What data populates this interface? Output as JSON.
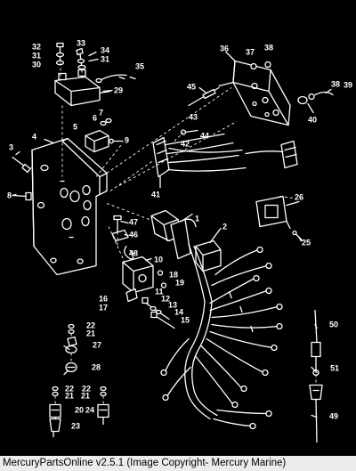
{
  "footer": {
    "text": "MercuryPartsOnline v2.5.1 (Image Copyright- Mercury Marine)"
  },
  "callouts": [
    {
      "id": "c32",
      "text": "32"
    },
    {
      "id": "c31a",
      "text": "31"
    },
    {
      "id": "c30",
      "text": "30"
    },
    {
      "id": "c33",
      "text": "33"
    },
    {
      "id": "c34",
      "text": "34"
    },
    {
      "id": "c31b",
      "text": "31"
    },
    {
      "id": "c35",
      "text": "35"
    },
    {
      "id": "c29",
      "text": "29"
    },
    {
      "id": "c36",
      "text": "36"
    },
    {
      "id": "c37",
      "text": "37"
    },
    {
      "id": "c38a",
      "text": "38"
    },
    {
      "id": "c45",
      "text": "45"
    },
    {
      "id": "c38b",
      "text": "38"
    },
    {
      "id": "c39",
      "text": "39"
    },
    {
      "id": "c40",
      "text": "40"
    },
    {
      "id": "c6",
      "text": "6"
    },
    {
      "id": "c7",
      "text": "7"
    },
    {
      "id": "c5",
      "text": "5"
    },
    {
      "id": "c9",
      "text": "9"
    },
    {
      "id": "c43",
      "text": "43"
    },
    {
      "id": "c44",
      "text": "44"
    },
    {
      "id": "c42",
      "text": "42"
    },
    {
      "id": "c4",
      "text": "4"
    },
    {
      "id": "c3",
      "text": "3"
    },
    {
      "id": "c8",
      "text": "8"
    },
    {
      "id": "c41",
      "text": "41"
    },
    {
      "id": "c26",
      "text": "26"
    },
    {
      "id": "c1",
      "text": "1"
    },
    {
      "id": "c47",
      "text": "47"
    },
    {
      "id": "c2",
      "text": "2"
    },
    {
      "id": "c46",
      "text": "46"
    },
    {
      "id": "c25",
      "text": "25"
    },
    {
      "id": "c48",
      "text": "48"
    },
    {
      "id": "c10",
      "text": "10"
    },
    {
      "id": "c18",
      "text": "18"
    },
    {
      "id": "c19",
      "text": "19"
    },
    {
      "id": "c11",
      "text": "11"
    },
    {
      "id": "c12",
      "text": "12"
    },
    {
      "id": "c16",
      "text": "16"
    },
    {
      "id": "c13",
      "text": "13"
    },
    {
      "id": "c17",
      "text": "17"
    },
    {
      "id": "c14",
      "text": "14"
    },
    {
      "id": "c15",
      "text": "15"
    },
    {
      "id": "c50",
      "text": "50"
    },
    {
      "id": "c22a",
      "text": "22"
    },
    {
      "id": "c21a",
      "text": "21"
    },
    {
      "id": "c27",
      "text": "27"
    },
    {
      "id": "c28",
      "text": "28"
    },
    {
      "id": "c51",
      "text": "51"
    },
    {
      "id": "c22b",
      "text": "22"
    },
    {
      "id": "c22c",
      "text": "22"
    },
    {
      "id": "c21b",
      "text": "21"
    },
    {
      "id": "c21c",
      "text": "21"
    },
    {
      "id": "c20",
      "text": "20"
    },
    {
      "id": "c24",
      "text": "24"
    },
    {
      "id": "c49",
      "text": "49"
    },
    {
      "id": "c23",
      "text": "23"
    }
  ]
}
